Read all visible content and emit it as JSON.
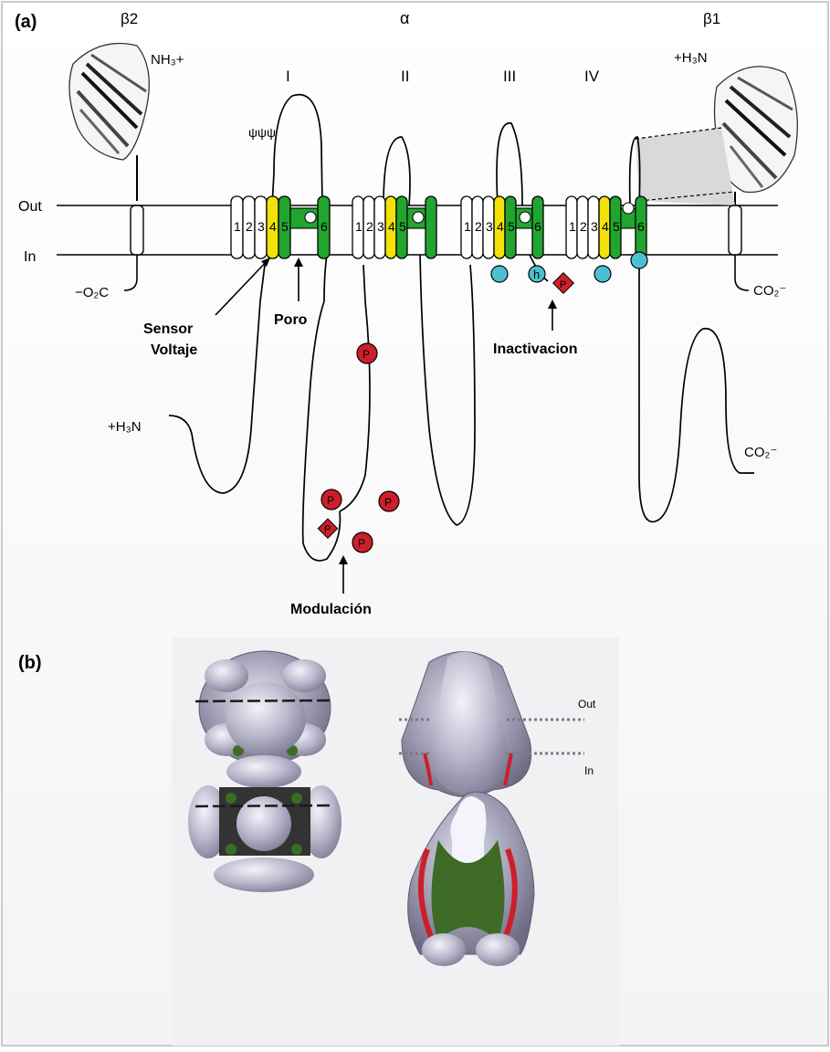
{
  "panel_a": {
    "panel_label": "(a)",
    "alpha_label": "α",
    "beta2_label": "β2",
    "beta1_label": "β1",
    "domains": [
      "I",
      "II",
      "III",
      "IV"
    ],
    "segments": [
      "1",
      "2",
      "3",
      "4",
      "5",
      "6"
    ],
    "out_label": "Out",
    "in_label": "In",
    "nh3_beta2": "NH₃+",
    "h3n_beta1": "+H₃N",
    "co2_beta2": "−O₂C",
    "co2_beta1": "CO₂⁻",
    "n_term_alpha": "+H₃N",
    "c_term_alpha": "CO₂⁻",
    "sensor_label_line1": "Sensor",
    "sensor_label_line2": "Voltaje",
    "pore_label": "Poro",
    "inactivation_label": "Inactivacion",
    "modulation_label": "Modulación",
    "phospho_symbol": "P",
    "h_symbol": "h",
    "plus_symbol": "+",
    "minus_symbol": "−",
    "glycosylation_symbol": "ψψψ"
  },
  "panel_b": {
    "panel_label": "(b)",
    "out_label": "Out",
    "in_label": "In"
  },
  "colors": {
    "green": "#22a52f",
    "yellow": "#f2e10a",
    "red": "#cc1f2b",
    "cyan": "#4cc0d0",
    "membrane_gray": "#b9b8cc",
    "shadow_green": "#3d6b25"
  }
}
